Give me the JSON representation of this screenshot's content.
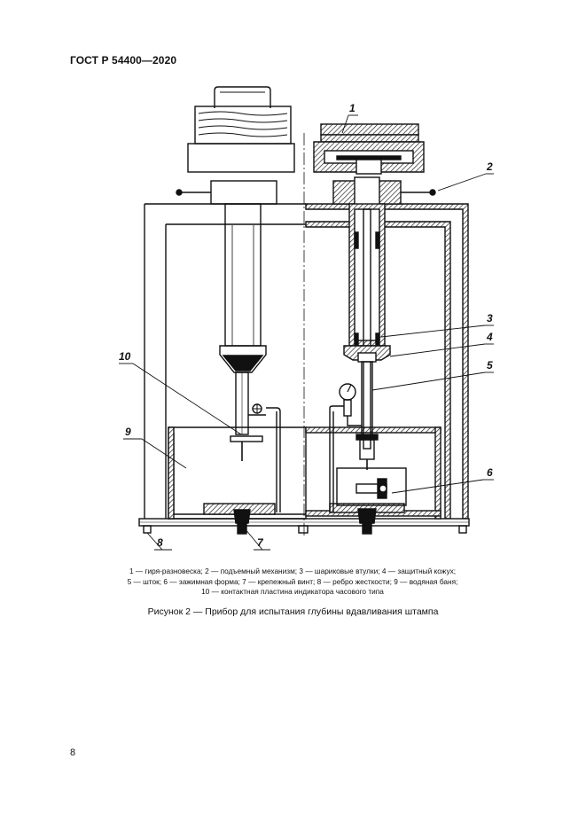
{
  "header": {
    "standard": "ГОСТ Р 54400—2020"
  },
  "figure": {
    "labels": [
      "1",
      "2",
      "3",
      "4",
      "5",
      "6",
      "7",
      "8",
      "9",
      "10"
    ]
  },
  "legend": {
    "line1": "1 — гиря-разновеска; 2 — подъемный механизм; 3 — шариковые втулки; 4 — защитный кожух;",
    "line2": "5 — шток; 6 — зажимная форма; 7 — крепежный винт; 8 — ребро жесткости; 9 — водяная баня;",
    "line3": "10 — контактная пластина индикатора часового типа"
  },
  "caption": "Рисунок 2 — Прибор для испытания глубины вдавливания штампа",
  "page_number": "8"
}
